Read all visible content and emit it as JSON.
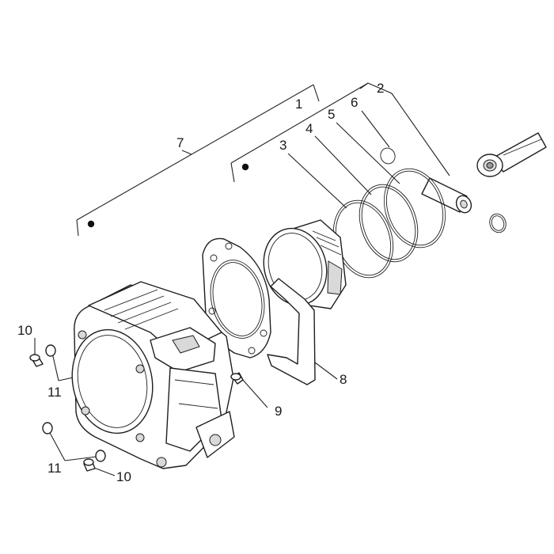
{
  "callouts": {
    "c1": "1",
    "c2": "2",
    "c3": "3",
    "c4": "4",
    "c5": "5",
    "c6": "6",
    "c7": "7",
    "c8": "8",
    "c9": "9",
    "c10a": "10",
    "c10b": "10",
    "c11a": "11",
    "c11b": "11"
  }
}
